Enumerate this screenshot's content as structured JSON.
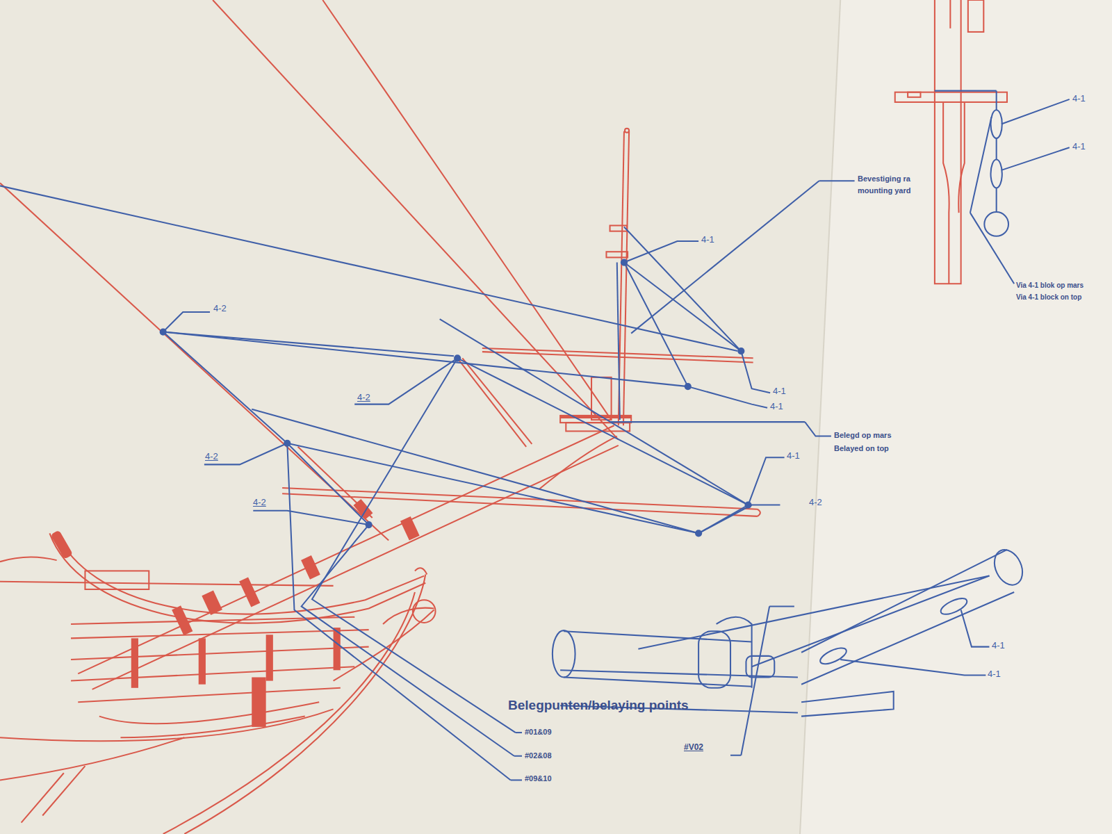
{
  "diagram": {
    "labels": [
      "4-2",
      "4-1",
      "Bevestiging ra",
      "mounting yard",
      "4-2",
      "4-1",
      "4-1",
      "Belegd op mars",
      "Belayed on top",
      "4-2",
      "4-1",
      "4-2",
      "4-2",
      "4-1",
      "4-1",
      "Via 4-1 blok op mars",
      "Via 4-1 block on top",
      "Belegpunten/belaying points",
      "#01&09",
      "#02&08",
      "#09&10",
      "#V02",
      "4-1",
      "4-1"
    ]
  }
}
